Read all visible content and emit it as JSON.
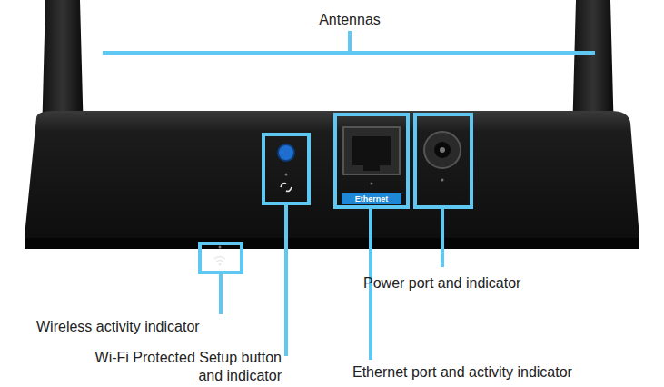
{
  "diagram": {
    "labels": [
      "Antennas",
      "Ethernet",
      "Wireless activity indicator",
      "Wi-Fi Protected Setup button and indicator",
      "Power port and indicator",
      "Ethernet port and activity indicator"
    ]
  }
}
